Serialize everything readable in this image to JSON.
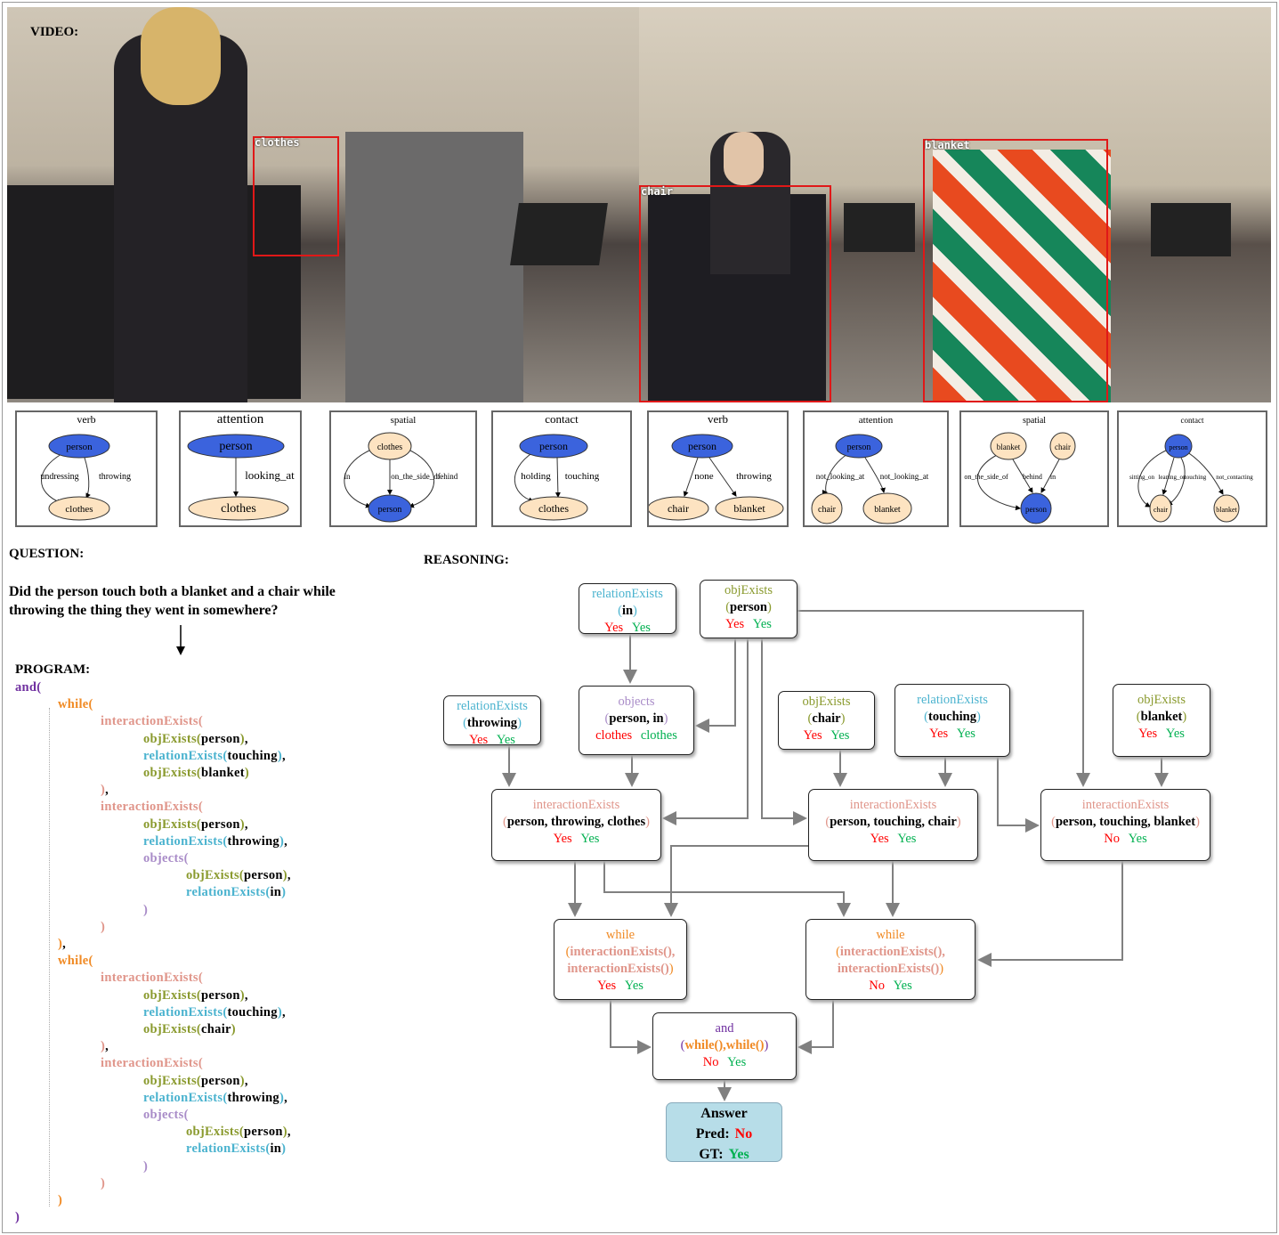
{
  "video": {
    "label": "VIDEO:",
    "boxes": [
      "clothes",
      "chair",
      "blanket"
    ]
  },
  "graphs": [
    {
      "title": "verb",
      "nodes": [
        "person",
        "clothes"
      ],
      "edges": [
        "undressing",
        "throwing"
      ]
    },
    {
      "title": "attention",
      "nodes": [
        "person",
        "clothes"
      ],
      "edges": [
        "looking_at"
      ]
    },
    {
      "title": "spatial",
      "nodes": [
        "clothes",
        "person"
      ],
      "edges": [
        "in",
        "on_the_side_of",
        "behind"
      ]
    },
    {
      "title": "contact",
      "nodes": [
        "person",
        "clothes"
      ],
      "edges": [
        "holding",
        "touching"
      ]
    },
    {
      "title": "verb",
      "nodes": [
        "person",
        "chair",
        "blanket"
      ],
      "edges": [
        "none",
        "throwing"
      ]
    },
    {
      "title": "attention",
      "nodes": [
        "person",
        "chair",
        "blanket"
      ],
      "edges": [
        "not_looking_at",
        "not_looking_at"
      ]
    },
    {
      "title": "spatial",
      "nodes": [
        "blanket",
        "chair",
        "person"
      ],
      "edges": [
        "on_the_side_of",
        "behind",
        "in"
      ]
    },
    {
      "title": "contact",
      "nodes": [
        "person",
        "chair",
        "blanket"
      ],
      "edges": [
        "sitting_on",
        "leaning_on",
        "touching",
        "not_contacting"
      ]
    }
  ],
  "question": {
    "label": "QUESTION:",
    "text": "Did the person touch both a blanket and a chair while throwing the thing they went in somewhere?"
  },
  "program": {
    "label": "PROGRAM:",
    "lines": [
      [
        0,
        [
          [
            "and(",
            "c-and"
          ]
        ]
      ],
      [
        1,
        [
          [
            "while(",
            "c-while"
          ]
        ]
      ],
      [
        2,
        [
          [
            "interactionExists(",
            "c-ie"
          ]
        ]
      ],
      [
        3,
        [
          [
            "objExists(",
            "c-obj"
          ],
          [
            "person",
            "c-k"
          ],
          [
            ")",
            "c-obj"
          ],
          [
            ",",
            "c-k"
          ]
        ]
      ],
      [
        3,
        [
          [
            "relationExists(",
            "c-rel"
          ],
          [
            "touching",
            "c-k"
          ],
          [
            ")",
            "c-rel"
          ],
          [
            ",",
            "c-k"
          ]
        ]
      ],
      [
        3,
        [
          [
            "objExists(",
            "c-obj"
          ],
          [
            "blanket",
            "c-k"
          ],
          [
            ")",
            "c-obj"
          ]
        ]
      ],
      [
        2,
        [
          [
            ")",
            "c-ie"
          ],
          [
            ",",
            "c-k"
          ]
        ]
      ],
      [
        2,
        [
          [
            "interactionExists(",
            "c-ie"
          ]
        ]
      ],
      [
        3,
        [
          [
            "objExists(",
            "c-obj"
          ],
          [
            "person",
            "c-k"
          ],
          [
            ")",
            "c-obj"
          ],
          [
            ",",
            "c-k"
          ]
        ]
      ],
      [
        3,
        [
          [
            "relationExists(",
            "c-rel"
          ],
          [
            "throwing",
            "c-k"
          ],
          [
            ")",
            "c-rel"
          ],
          [
            ",",
            "c-k"
          ]
        ]
      ],
      [
        3,
        [
          [
            "objects(",
            "c-objs"
          ]
        ]
      ],
      [
        4,
        [
          [
            "objExists(",
            "c-obj"
          ],
          [
            "person",
            "c-k"
          ],
          [
            ")",
            "c-obj"
          ],
          [
            ",",
            "c-k"
          ]
        ]
      ],
      [
        4,
        [
          [
            "relationExists(",
            "c-rel"
          ],
          [
            "in",
            "c-k"
          ],
          [
            ")",
            "c-rel"
          ]
        ]
      ],
      [
        3,
        [
          [
            ")",
            "c-objs"
          ]
        ]
      ],
      [
        2,
        [
          [
            ")",
            "c-ie"
          ]
        ]
      ],
      [
        1,
        [
          [
            ")",
            "c-while"
          ],
          [
            ",",
            "c-k"
          ]
        ]
      ],
      [
        1,
        [
          [
            "while(",
            "c-while"
          ]
        ]
      ],
      [
        2,
        [
          [
            "interactionExists(",
            "c-ie"
          ]
        ]
      ],
      [
        3,
        [
          [
            "objExists(",
            "c-obj"
          ],
          [
            "person",
            "c-k"
          ],
          [
            ")",
            "c-obj"
          ],
          [
            ",",
            "c-k"
          ]
        ]
      ],
      [
        3,
        [
          [
            "relationExists(",
            "c-rel"
          ],
          [
            "touching",
            "c-k"
          ],
          [
            ")",
            "c-rel"
          ],
          [
            ",",
            "c-k"
          ]
        ]
      ],
      [
        3,
        [
          [
            "objExists(",
            "c-obj"
          ],
          [
            "chair",
            "c-k"
          ],
          [
            ")",
            "c-obj"
          ]
        ]
      ],
      [
        2,
        [
          [
            ")",
            "c-ie"
          ],
          [
            ",",
            "c-k"
          ]
        ]
      ],
      [
        2,
        [
          [
            "interactionExists(",
            "c-ie"
          ]
        ]
      ],
      [
        3,
        [
          [
            "objExists(",
            "c-obj"
          ],
          [
            "person",
            "c-k"
          ],
          [
            ")",
            "c-obj"
          ],
          [
            ",",
            "c-k"
          ]
        ]
      ],
      [
        3,
        [
          [
            "relationExists(",
            "c-rel"
          ],
          [
            "throwing",
            "c-k"
          ],
          [
            ")",
            "c-rel"
          ],
          [
            ",",
            "c-k"
          ]
        ]
      ],
      [
        3,
        [
          [
            "objects(",
            "c-objs"
          ]
        ]
      ],
      [
        4,
        [
          [
            "objExists(",
            "c-obj"
          ],
          [
            "person",
            "c-k"
          ],
          [
            ")",
            "c-obj"
          ],
          [
            ",",
            "c-k"
          ]
        ]
      ],
      [
        4,
        [
          [
            "relationExists(",
            "c-rel"
          ],
          [
            "in",
            "c-k"
          ],
          [
            ")",
            "c-rel"
          ]
        ]
      ],
      [
        3,
        [
          [
            ")",
            "c-objs"
          ]
        ]
      ],
      [
        2,
        [
          [
            ")",
            "c-ie"
          ]
        ]
      ],
      [
        1,
        [
          [
            ")",
            "c-while"
          ]
        ]
      ],
      [
        0,
        [
          [
            ")",
            "c-and"
          ]
        ]
      ]
    ]
  },
  "reasoning": {
    "label": "REASONING:",
    "nodes": [
      {
        "id": "rel-in",
        "fn": "relationExists",
        "fc": "c-rel",
        "args": "in",
        "pred": "Yes",
        "gt": "Yes"
      },
      {
        "id": "obj-person",
        "fn": "objExists",
        "fc": "c-obj",
        "args": "person",
        "pred": "Yes",
        "gt": "Yes"
      },
      {
        "id": "rel-throwing",
        "fn": "relationExists",
        "fc": "c-rel",
        "args": "throwing",
        "pred": "Yes",
        "gt": "Yes"
      },
      {
        "id": "objects",
        "fn": "objects",
        "fc": "c-objs",
        "args": "person, in",
        "pred": "clothes",
        "gt": "clothes"
      },
      {
        "id": "obj-chair",
        "fn": "objExists",
        "fc": "c-obj",
        "args": "chair",
        "pred": "Yes",
        "gt": "Yes"
      },
      {
        "id": "rel-touching",
        "fn": "relationExists",
        "fc": "c-rel",
        "args": "touching",
        "pred": "Yes",
        "gt": "Yes"
      },
      {
        "id": "obj-blanket",
        "fn": "objExists",
        "fc": "c-obj",
        "args": "blanket",
        "pred": "Yes",
        "gt": "Yes"
      },
      {
        "id": "ie-throw-clothes",
        "fn": "interactionExists",
        "fc": "c-ie",
        "args": "person, throwing, clothes",
        "pred": "Yes",
        "gt": "Yes"
      },
      {
        "id": "ie-touch-chair",
        "fn": "interactionExists",
        "fc": "c-ie",
        "args": "person, touching, chair",
        "pred": "Yes",
        "gt": "Yes"
      },
      {
        "id": "ie-touch-blanket",
        "fn": "interactionExists",
        "fc": "c-ie",
        "args": "person, touching, blanket",
        "pred": "No",
        "gt": "Yes"
      },
      {
        "id": "while-1",
        "fn": "while",
        "fc": "c-while",
        "args": "interactionExists(),",
        "args2": "interactionExists()",
        "ac": "c-ie",
        "pred": "Yes",
        "gt": "Yes"
      },
      {
        "id": "while-2",
        "fn": "while",
        "fc": "c-while",
        "args": "interactionExists(),",
        "args2": "interactionExists()",
        "ac": "c-ie",
        "pred": "No",
        "gt": "Yes"
      },
      {
        "id": "and",
        "fn": "and",
        "fc": "c-and",
        "args": "while(),while()",
        "ac": "c-while",
        "pred": "No",
        "gt": "Yes"
      }
    ],
    "answer": {
      "title": "Answer",
      "pred_label": "Pred:",
      "pred": "No",
      "gt_label": "GT:",
      "gt": "Yes"
    }
  },
  "colors": {
    "person_node": "#3b63dd",
    "object_node": "#fde3c1",
    "pred": "#ff0000",
    "gt": "#00b050"
  }
}
